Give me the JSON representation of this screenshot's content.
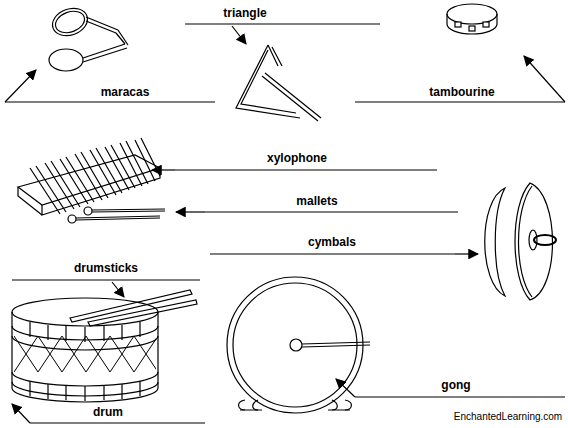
{
  "diagram": {
    "labels": [
      "triangle",
      "maracas",
      "tambourine",
      "xylophone",
      "mallets",
      "cymbals",
      "drumsticks",
      "drum",
      "gong",
      "EnchantedLearning.com"
    ]
  }
}
